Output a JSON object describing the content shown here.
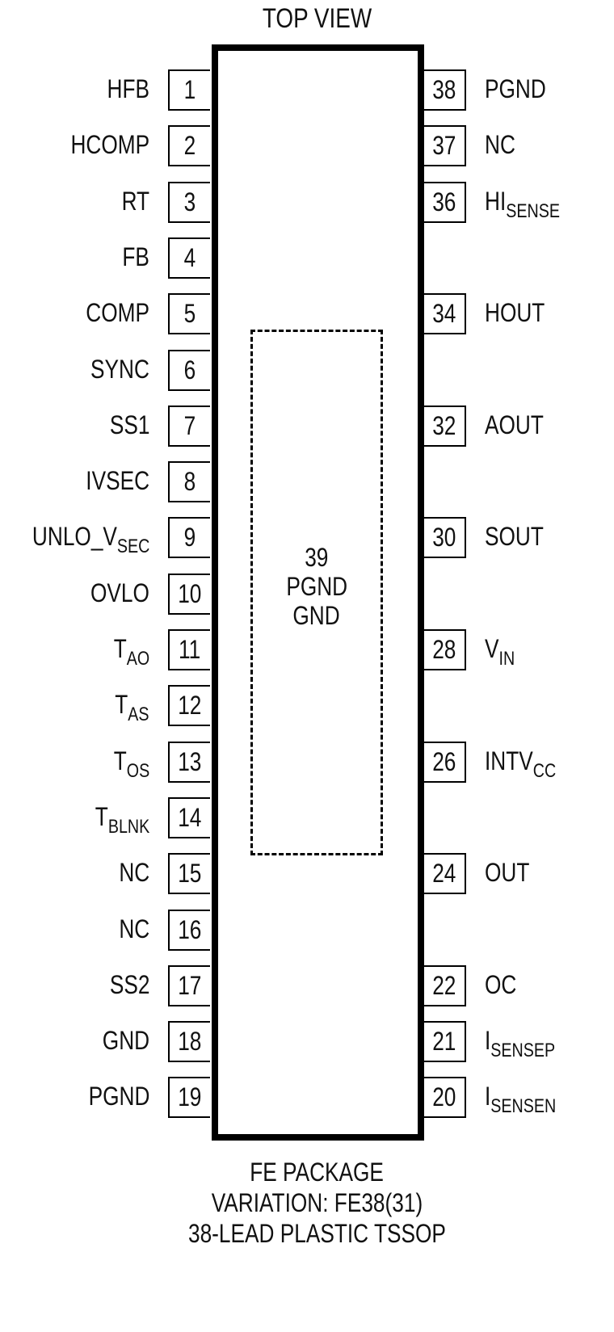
{
  "title": "TOP VIEW",
  "exposed_pad": {
    "number": "39",
    "line1": "PGND",
    "line2": "GND"
  },
  "left_pins": [
    {
      "num": "1",
      "name": "HFB",
      "sub": ""
    },
    {
      "num": "2",
      "name": "HCOMP",
      "sub": ""
    },
    {
      "num": "3",
      "name": "RT",
      "sub": ""
    },
    {
      "num": "4",
      "name": "FB",
      "sub": ""
    },
    {
      "num": "5",
      "name": "COMP",
      "sub": ""
    },
    {
      "num": "6",
      "name": "SYNC",
      "sub": ""
    },
    {
      "num": "7",
      "name": "SS1",
      "sub": ""
    },
    {
      "num": "8",
      "name": "IVSEC",
      "sub": ""
    },
    {
      "num": "9",
      "name": "UNLO_V",
      "sub": "SEC"
    },
    {
      "num": "10",
      "name": "OVLO",
      "sub": ""
    },
    {
      "num": "11",
      "name": "T",
      "sub": "AO"
    },
    {
      "num": "12",
      "name": "T",
      "sub": "AS"
    },
    {
      "num": "13",
      "name": "T",
      "sub": "OS"
    },
    {
      "num": "14",
      "name": "T",
      "sub": "BLNK"
    },
    {
      "num": "15",
      "name": "NC",
      "sub": ""
    },
    {
      "num": "16",
      "name": "NC",
      "sub": ""
    },
    {
      "num": "17",
      "name": "SS2",
      "sub": ""
    },
    {
      "num": "18",
      "name": "GND",
      "sub": ""
    },
    {
      "num": "19",
      "name": "PGND",
      "sub": ""
    }
  ],
  "right_pins": [
    {
      "num": "38",
      "name": "PGND",
      "sub": "",
      "slot": 0
    },
    {
      "num": "37",
      "name": "NC",
      "sub": "",
      "slot": 1
    },
    {
      "num": "36",
      "name": "HI",
      "sub": "SENSE",
      "slot": 2
    },
    {
      "num": "34",
      "name": "HOUT",
      "sub": "",
      "slot": 4
    },
    {
      "num": "32",
      "name": "AOUT",
      "sub": "",
      "slot": 6
    },
    {
      "num": "30",
      "name": "SOUT",
      "sub": "",
      "slot": 8
    },
    {
      "num": "28",
      "name": "V",
      "sub": "IN",
      "slot": 10
    },
    {
      "num": "26",
      "name": "INTV",
      "sub": "CC",
      "slot": 12
    },
    {
      "num": "24",
      "name": "OUT",
      "sub": "",
      "slot": 14
    },
    {
      "num": "22",
      "name": "OC",
      "sub": "",
      "slot": 16
    },
    {
      "num": "21",
      "name": "I",
      "sub": "SENSEP",
      "slot": 17
    },
    {
      "num": "20",
      "name": "I",
      "sub": "SENSEN",
      "slot": 18
    }
  ],
  "footer": {
    "line1": "FE PACKAGE",
    "line2": "VARIATION: FE38(31)",
    "line3": "38-LEAD PLASTIC TSSOP"
  }
}
